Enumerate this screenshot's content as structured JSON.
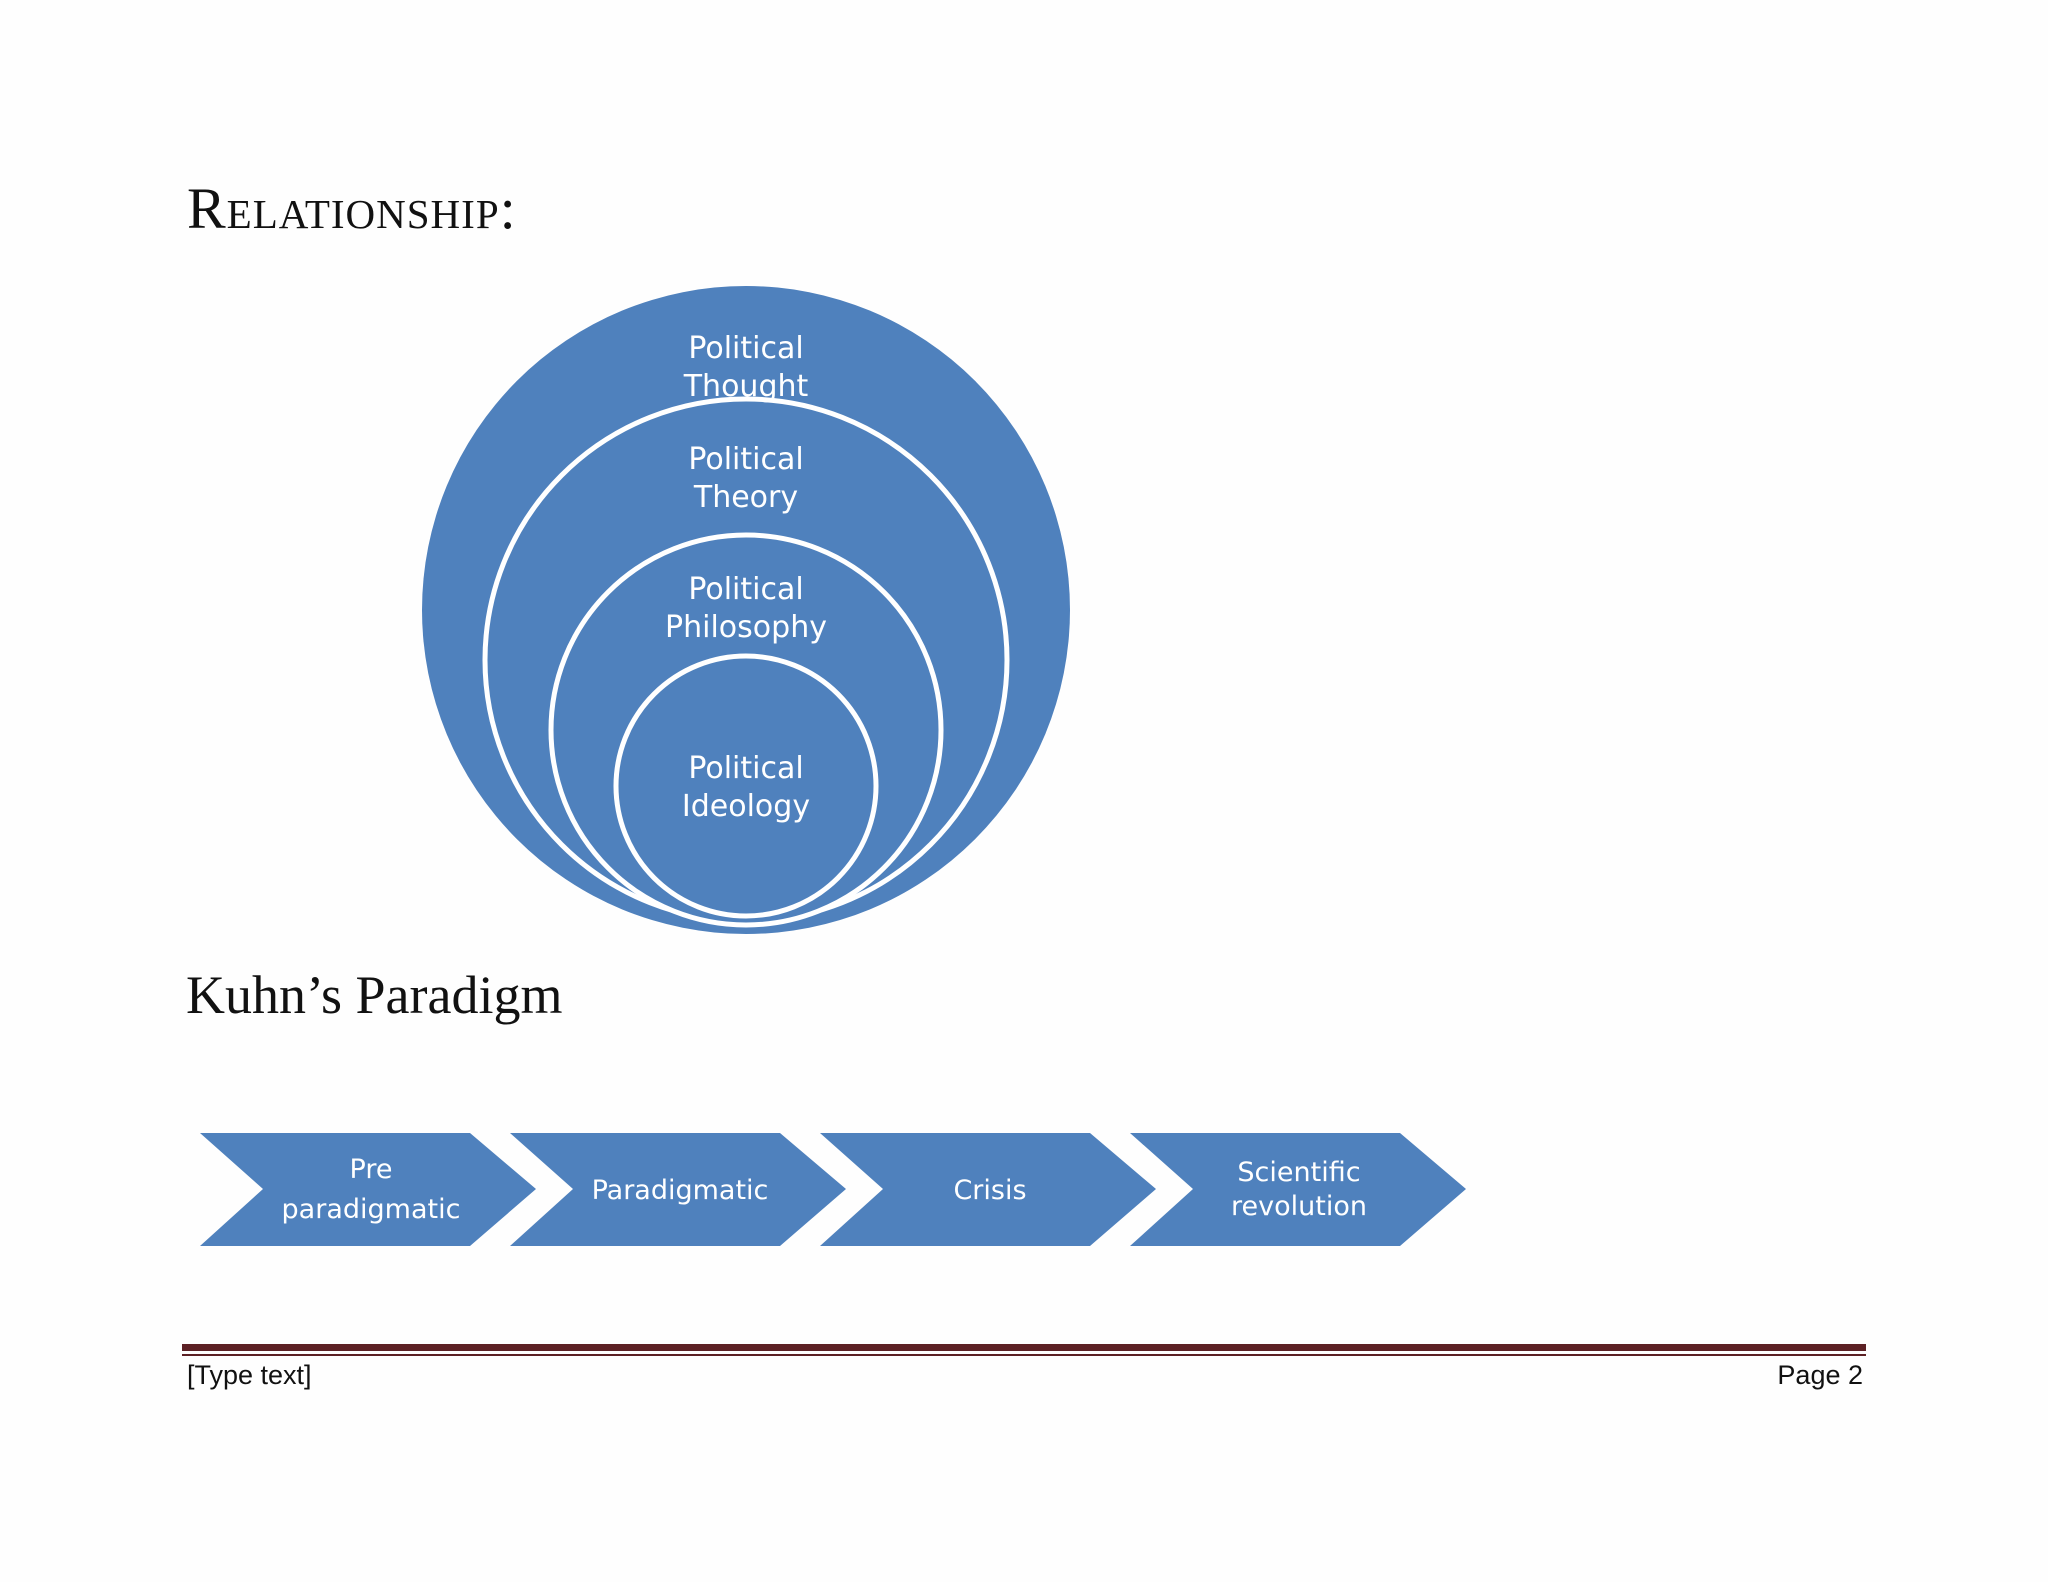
{
  "headings": {
    "relationship": "Relationship:",
    "kuhn": "Kuhn’s Paradigm"
  },
  "circles": [
    {
      "line1": "Political",
      "line2": "Thought"
    },
    {
      "line1": "Political",
      "line2": "Theory"
    },
    {
      "line1": "Political",
      "line2": "Philosophy"
    },
    {
      "line1": "Political",
      "line2": "Ideology"
    }
  ],
  "chevrons": [
    {
      "line1": "Pre",
      "line2": "paradigmatic"
    },
    {
      "line1": "Paradigmatic",
      "line2": ""
    },
    {
      "line1": "Crisis",
      "line2": ""
    },
    {
      "line1": "Scientific",
      "line2": "revolution"
    }
  ],
  "footer": {
    "left": "[Type text]",
    "right": "Page 2"
  },
  "colors": {
    "shape_fill": "#4f81bd",
    "outline": "#ffffff",
    "footer_rule": "#5c2024"
  }
}
